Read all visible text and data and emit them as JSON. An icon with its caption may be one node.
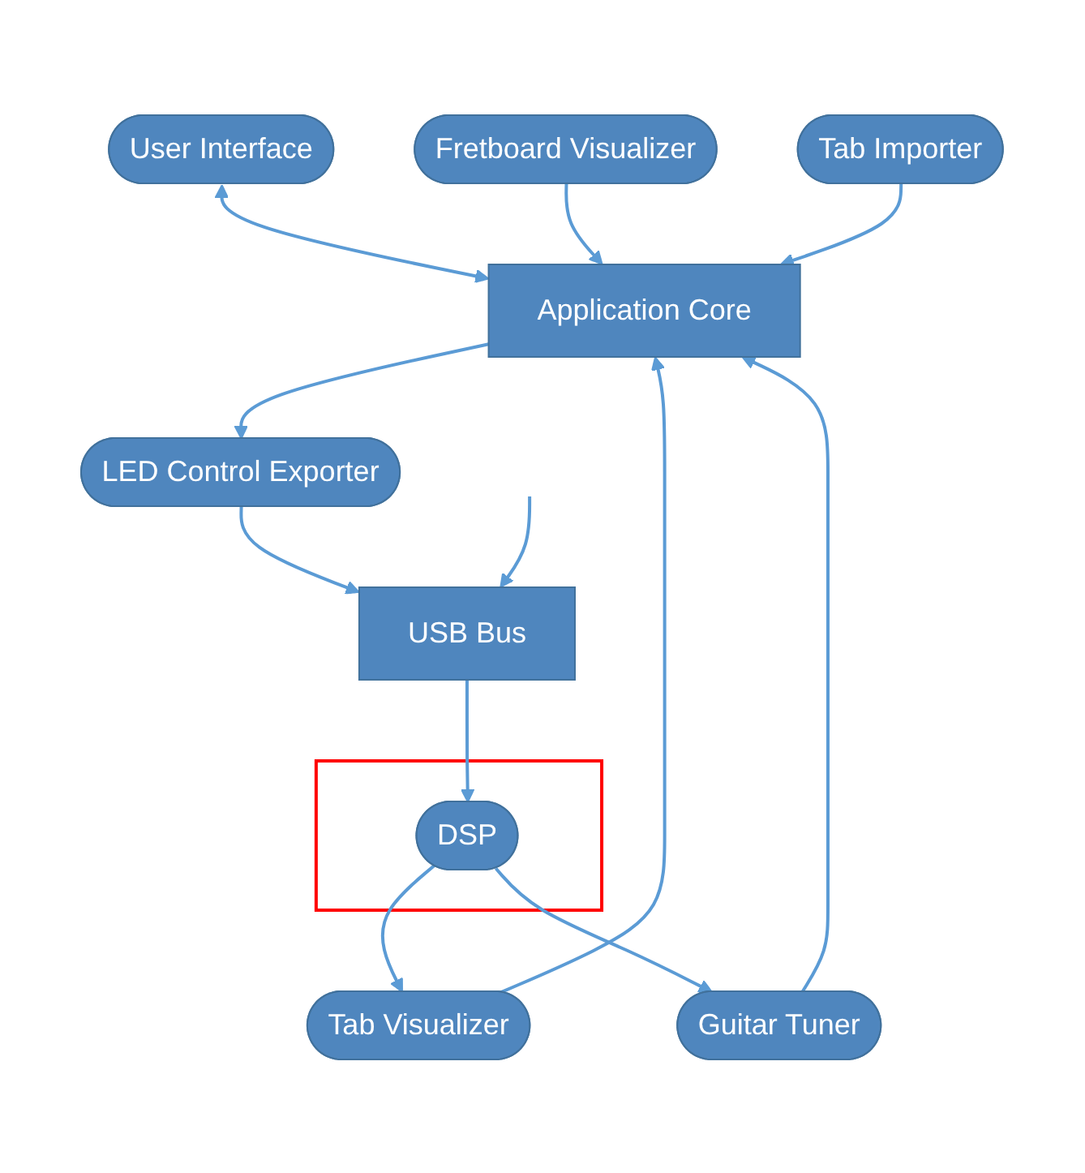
{
  "diagram": {
    "nodes": [
      {
        "text": [
          "User Interface"
        ]
      },
      {
        "text": [
          "Fretboard Visualizer"
        ]
      },
      {
        "text": [
          "Application Core"
        ]
      },
      {
        "text": [
          "Tab Importer"
        ]
      },
      {
        "text": [
          "LED Control Exporter"
        ]
      },
      {
        "text": [
          "Tab Visualizer"
        ]
      },
      {
        "text": [
          "Guitar Tuner"
        ]
      },
      {
        "text": [
          "USB Bus"
        ]
      },
      {
        "text": [],
        "shape": "box"
      },
      {
        "text": [
          "DSP"
        ],
        "in": 8
      }
    ],
    "edges": [
      {
        "from": 0,
        "to": 2,
        "arrow": "both"
      },
      {
        "from": 1,
        "to": 2,
        "arrow": "to"
      },
      {
        "from": 3,
        "to": 2,
        "arrow": "to"
      },
      {
        "from": 5,
        "to": 2,
        "arrow": "to"
      },
      {
        "from": 6,
        "to": 2,
        "arrow": "to"
      },
      {
        "from": 2,
        "to": 4,
        "arrow": "to"
      },
      {
        "from": 4,
        "to": 7,
        "arrow": "to"
      },
      {
        "from": null,
        "to": 7,
        "arrow": "to"
      },
      {
        "from": 7,
        "to": 9,
        "arrow": "to"
      },
      {
        "from": 9,
        "to": 5,
        "arrow": "to"
      },
      {
        "from": 9,
        "to": 6,
        "arrow": "to"
      }
    ]
  }
}
